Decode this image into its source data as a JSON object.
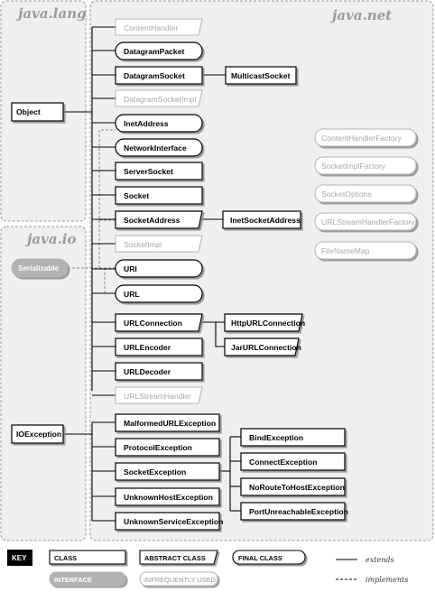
{
  "packages": {
    "java_lang": "java.lang",
    "java_net": "java.net",
    "java_io": "java.io"
  },
  "classes": {
    "object": "Object",
    "ioexception": "IOException",
    "serializable": "Serializable",
    "contenthandler": "ContentHandler",
    "datagrampacket": "DatagramPacket",
    "datagramsocket": "DatagramSocket",
    "multicastsocket": "MulticastSocket",
    "datagramsocketimpl": "DatagramSocketImpl",
    "inetaddress": "InetAddress",
    "networkinterface": "NetworkInterface",
    "serversocket": "ServerSocket",
    "socket": "Socket",
    "socketaddress": "SocketAddress",
    "inetsocketaddress": "InetSocketAddress",
    "socketimpl": "SocketImpl",
    "uri": "URI",
    "url": "URL",
    "urlconnection": "URLConnection",
    "httpurlconnection": "HttpURLConnection",
    "jarurlconnection": "JarURLConnection",
    "urlencoder": "URLEncoder",
    "urldecoder": "URLDecoder",
    "urlstreamhandler": "URLStreamHandler",
    "malformedurlexception": "MalformedURLException",
    "protocolexception": "ProtocolException",
    "socketexception": "SocketException",
    "unknownhostexception": "UnknownHostException",
    "unknownserviceexception": "UnknownServiceException",
    "bindexception": "BindException",
    "connectexception": "ConnectException",
    "noroutetohostexception": "NoRouteToHostException",
    "portunreachableexception": "PortUnreachableException",
    "contenthandlerfactory": "ContentHandlerFactory",
    "socketimplfactory": "SocketImplFactory",
    "socketoptions": "SocketOptions",
    "urlstreamhandlerfactory": "URLStreamHandlerFactory",
    "filenamemap": "FileNameMap"
  },
  "key": {
    "title": "KEY",
    "class": "CLASS",
    "abstract_class": "ABSTRACT CLASS",
    "final_class": "FINAL CLASS",
    "interface": "INTERFACE",
    "infrequently_used": "INFREQUENTLY USED",
    "extends": "extends",
    "implements": "implements"
  },
  "colors": {
    "package_bg": "#efefef",
    "interface_fill": "#b3b3b3",
    "infrequent_text": "#a8a8a8",
    "line": "#000000"
  }
}
